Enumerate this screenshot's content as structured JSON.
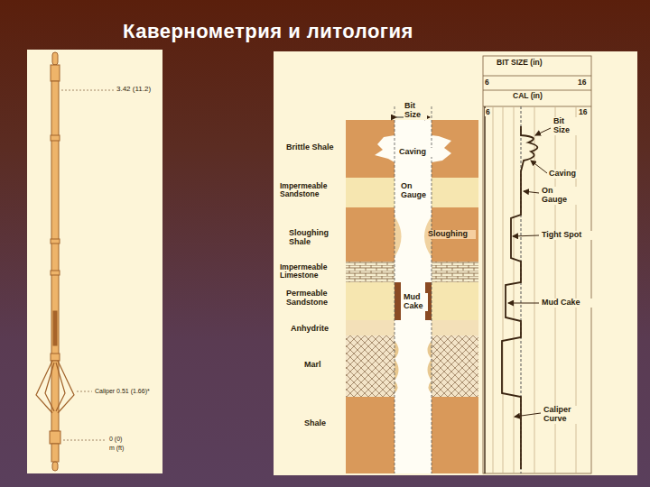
{
  "diagram": {
    "title": "Кавернометрия и литология",
    "labels": [
      "3.42 (11.2)",
      "Caliper 0.51 (1.66)*",
      "0 (0)",
      "m (ft)",
      "Brittle Shale",
      "Impermeable Sandstone",
      "Sloughing Shale",
      "Impermeable Limestone",
      "Permeable Sandstone",
      "Anhydrite",
      "Marl",
      "Shale",
      "Bit Size",
      "Caving",
      "On Gauge",
      "Sloughing",
      "Mud Cake",
      "BIT SIZE (in)",
      "6",
      "16",
      "CAL (in)",
      "6",
      "16",
      "Bit Size",
      "Caving",
      "On Gauge",
      "Tight Spot",
      "Mud Cake",
      "Caliper Curve"
    ]
  }
}
